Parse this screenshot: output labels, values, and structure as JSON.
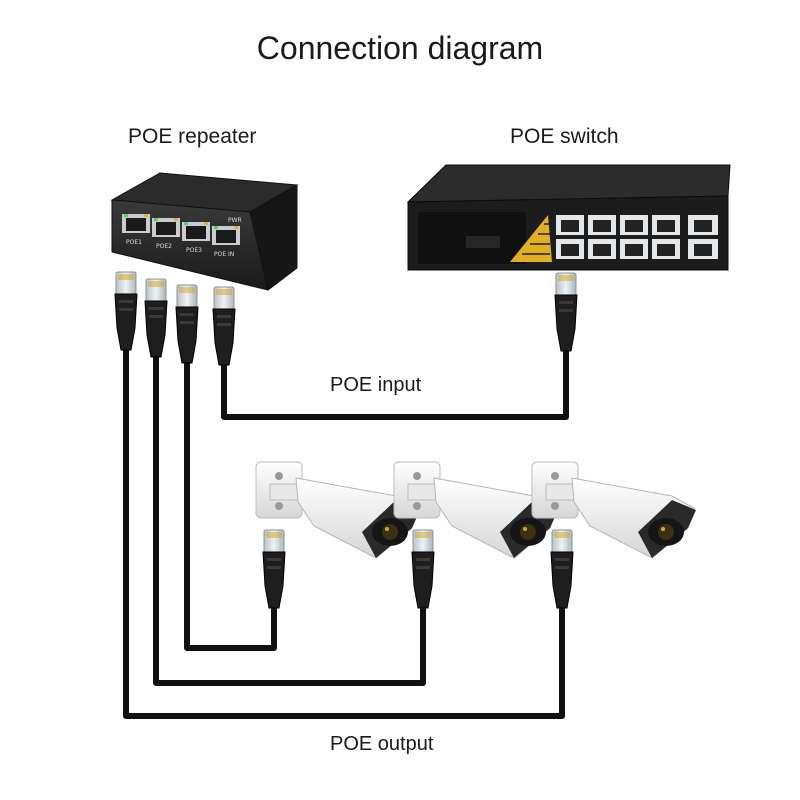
{
  "diagram": {
    "title": "Connection diagram",
    "labels": {
      "repeater": "POE repeater",
      "switch": "POE switch",
      "input": "POE input",
      "output": "POE output"
    },
    "repeater_ports": [
      "POE1",
      "POE2",
      "POE3",
      "POE IN"
    ],
    "repeater_pwr": "PWR",
    "colors": {
      "cable": "#111111",
      "device_body": "#1c1c1c",
      "port_metal": "#c9cdd0",
      "camera_body": "#f2f2f2",
      "switch_led": "#e0b020"
    }
  }
}
